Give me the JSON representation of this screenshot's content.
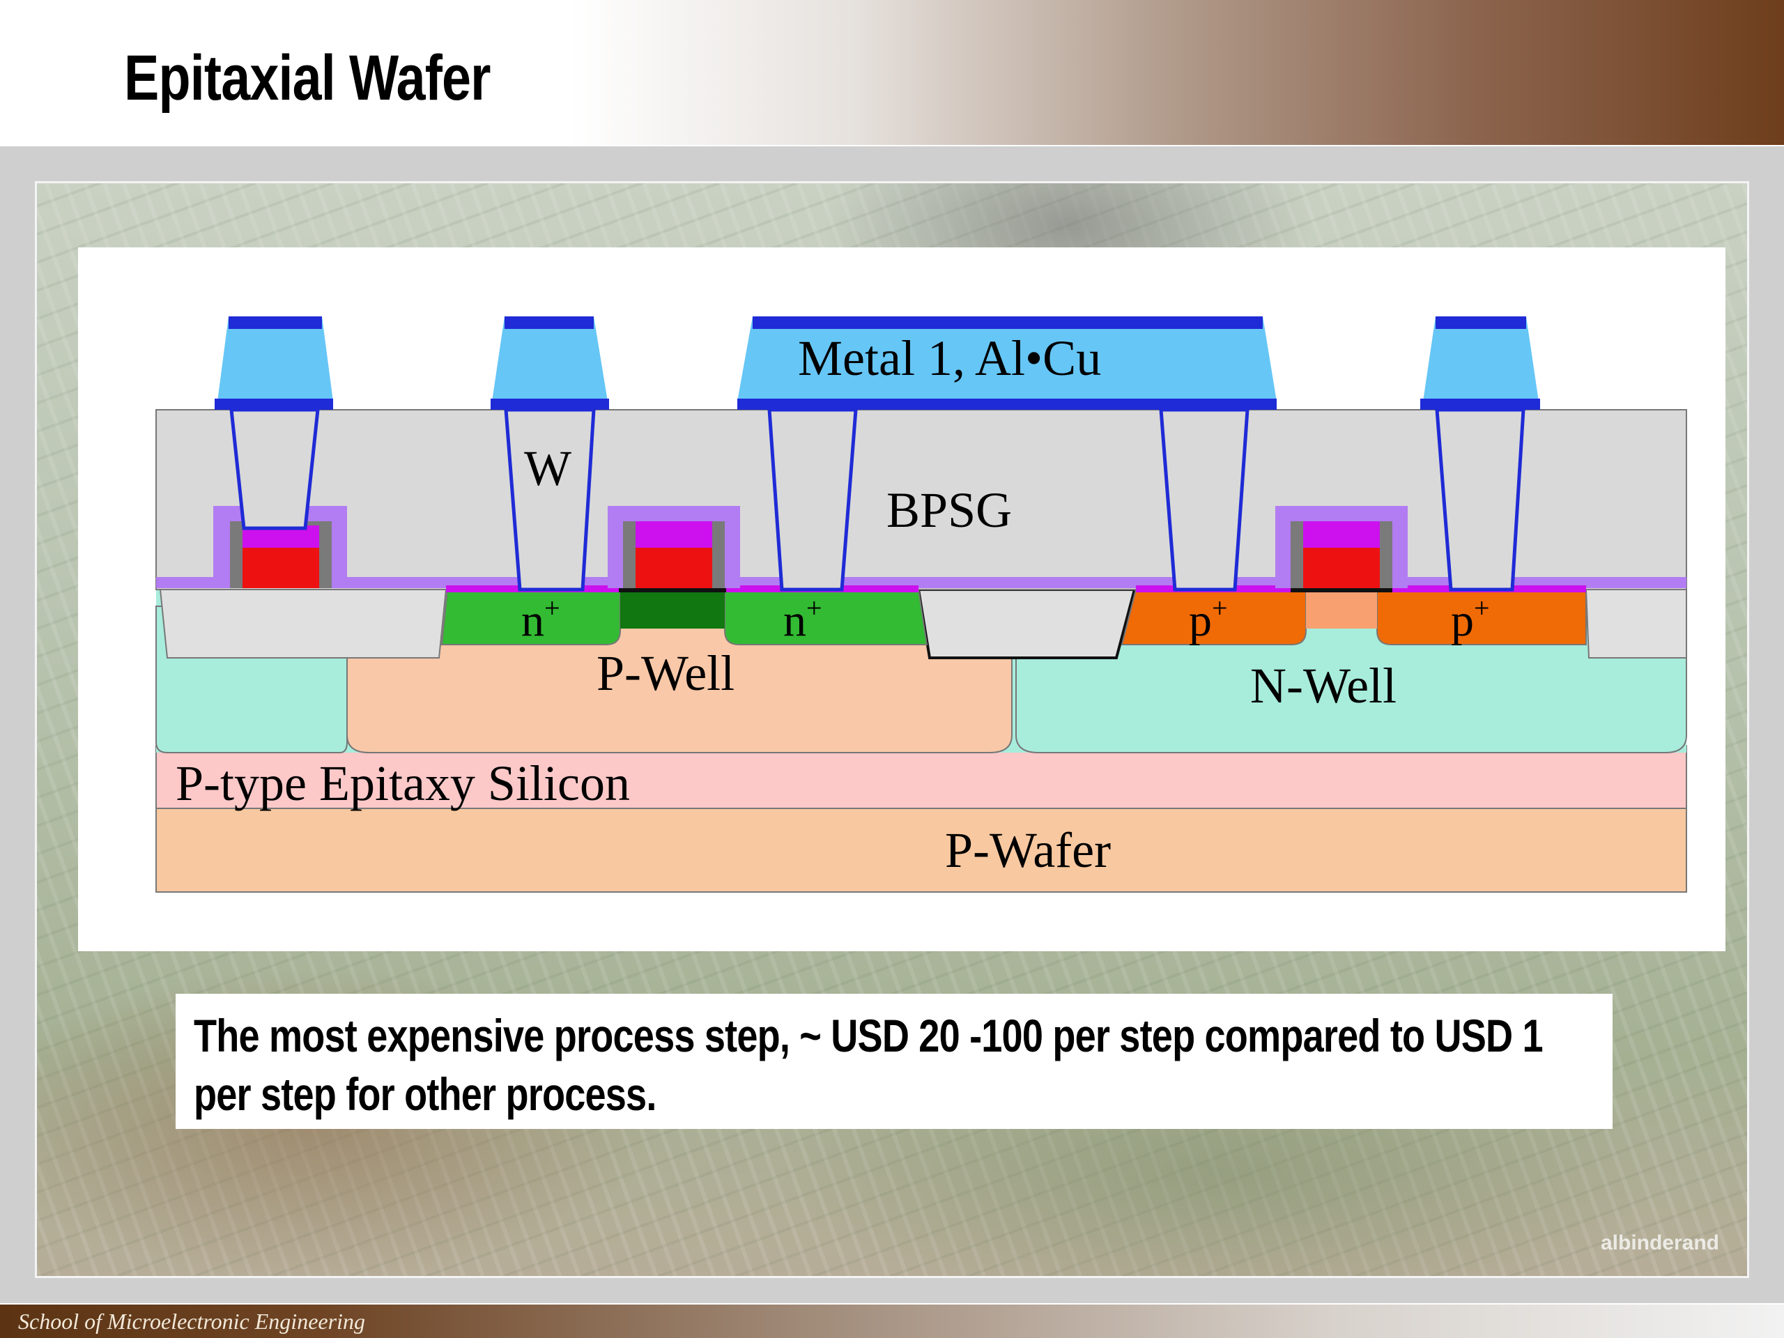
{
  "slide": {
    "title": "Epitaxial Wafer",
    "footer": "School of Microelectronic Engineering",
    "watermark": "albinderand",
    "caption": "The most expensive process step, ~ USD 20 -100 per step compared to USD 1 per step for other process."
  },
  "diagram": {
    "labels": {
      "metal": "Metal 1, Al•Cu",
      "tungsten": "W",
      "bpsg": "BPSG",
      "n_plus_left": "n+",
      "n_plus_right": "n+",
      "p_plus_left": "p+",
      "p_plus_right": "p+",
      "p_well": "P-Well",
      "n_well": "N-Well",
      "epi": "P-type Epitaxy Silicon",
      "wafer": "P-Wafer"
    },
    "colors": {
      "metal": "#66c6f6",
      "metal_barrier": "#1f2bd6",
      "bpsg": "#d9d9d9",
      "liner": "#b27cf2",
      "gate": "#ee1111",
      "silicide": "#cc11ee",
      "n_plus": "#33bb33",
      "p_plus": "#f06a06",
      "p_well": "#f8c8a8",
      "n_well": "#a8ecdc",
      "epi": "#fcc8c8",
      "wafer": "#f8c8a0",
      "sti": "#e0e0e0"
    }
  }
}
